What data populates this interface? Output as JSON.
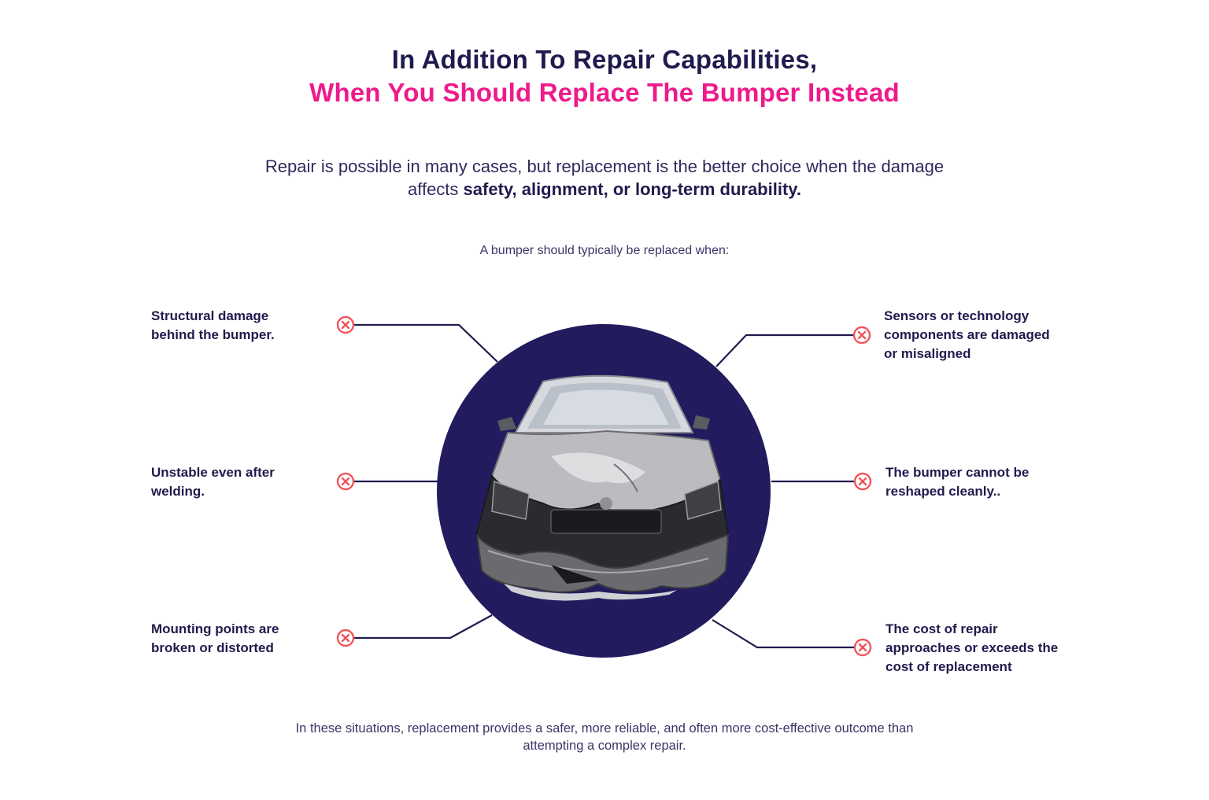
{
  "title": {
    "line1": "In Addition To Repair Capabilities,",
    "line2": "When You Should Replace The Bumper Instead"
  },
  "intro": {
    "text": "Repair is possible in many cases, but replacement is the better choice when the damage affects ",
    "emphasis": "safety, alignment, or long-term durability."
  },
  "lead": "A bumper should typically be replaced when:",
  "points_left": [
    {
      "text": "Structural damage behind the bumper."
    },
    {
      "text": "Unstable even after welding."
    },
    {
      "text": "Mounting points are broken or distorted"
    }
  ],
  "points_right": [
    {
      "text": "Sensors or technology components are damaged or misaligned"
    },
    {
      "text": "The bumper cannot be reshaped cleanly.."
    },
    {
      "text": "The cost of repair approaches or exceeds the cost of replacement"
    }
  ],
  "footer": "In these situations, replacement provides a safer, more reliable, and often more cost-effective outcome than attempting a complex repair.",
  "colors": {
    "navy": "#1f1b4d",
    "pink": "#ee1a8c",
    "marker_red": "#f0555a",
    "circle": "#221c5e"
  },
  "icons": {
    "marker": "x-circle-icon",
    "center": "damaged-car-illustration"
  }
}
